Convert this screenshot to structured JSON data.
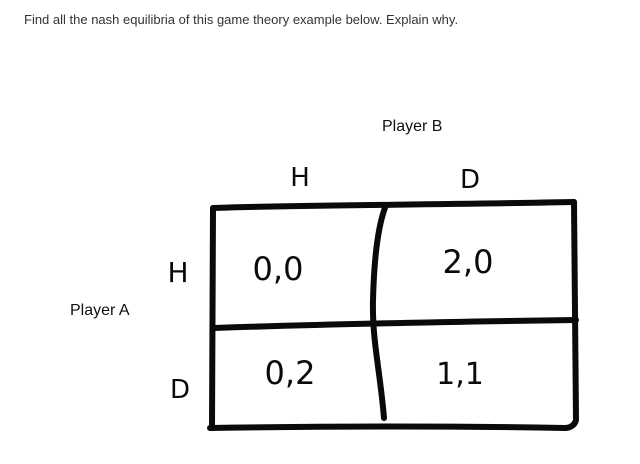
{
  "question": "Find all the nash equilibria of this game theory example below. Explain why.",
  "figure": {
    "player_column_label": "Player B",
    "player_row_label": "Player A",
    "column_strategies": [
      "H",
      "D"
    ],
    "row_strategies": [
      "H",
      "D"
    ],
    "payoffs": [
      [
        "0,0",
        "2,0"
      ],
      [
        "0,2",
        "1,1"
      ]
    ],
    "ink_color": "#0a0a0a"
  }
}
